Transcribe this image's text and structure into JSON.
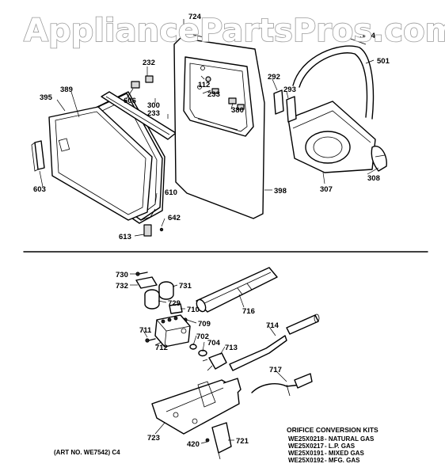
{
  "watermark": "AppliancePartsPros.com",
  "callouts": {
    "c724": "724",
    "c444": "444",
    "c501": "501",
    "c232": "232",
    "c112": "112",
    "c292": "292",
    "c293": "293",
    "c395": "395",
    "c389": "389",
    "c606": "606",
    "c300": "300",
    "c233a": "233",
    "c233b": "233",
    "c380": "380",
    "c603": "603",
    "c610": "610",
    "c398": "398",
    "c307": "307",
    "c308": "308",
    "c642": "642",
    "c613": "613",
    "c730": "730",
    "c732": "732",
    "c731": "731",
    "c729": "729",
    "c710": "710",
    "c716": "716",
    "c709": "709",
    "c711": "711",
    "c714": "714",
    "c712": "712",
    "c702": "702",
    "c704": "704",
    "c713": "713",
    "c717": "717",
    "c723": "723",
    "c721": "721",
    "c420": "420"
  },
  "orifice_kits": {
    "heading": "ORIFICE CONVERSION KITS",
    "rows": [
      {
        "part": "WE25X0218",
        "gas": "- NATURAL GAS"
      },
      {
        "part": "WE25X0217",
        "gas": "- L.P. GAS"
      },
      {
        "part": "WE25X0191",
        "gas": "- MIXED GAS"
      },
      {
        "part": "WE25X0192",
        "gas": "- MFG. GAS"
      }
    ]
  },
  "art_number": "(ART NO. WE7542)  C4"
}
